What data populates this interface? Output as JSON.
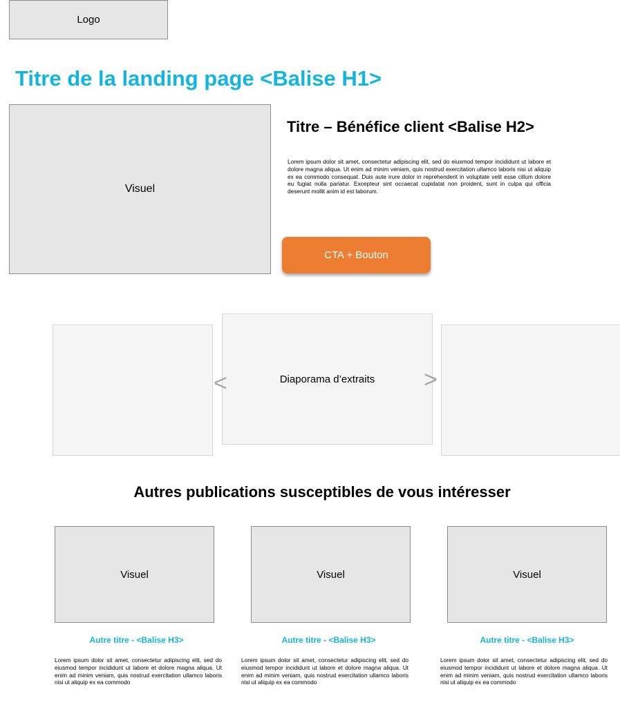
{
  "header": {
    "logo_label": "Logo"
  },
  "page_title": "Titre de la landing page <Balise H1>",
  "hero": {
    "visual_label": "Visuel",
    "title": "Titre – Bénéfice client <Balise H2>",
    "body": "Lorem ipsum dolor sit amet, consectetur adipiscing elit, sed do eiusmod tempor incididunt ut labore et dolore magna aliqua. Ut enim ad minim veniam, quis nostrud exercitation ullamco laboris nisi ut aliquip ex ea commodo consequat. Duis aute irure dolor in reprehenderit in voluptate velit esse cillum dolore eu fugiat nulla pariatur. Excepteur sint occaecat cupidatat non proident, sunt in culpa qui officia deserunt mollit anim id est laborum.",
    "cta_label": "CTA + Bouton"
  },
  "carousel": {
    "center_label": "Diaporama d’extraits",
    "prev_glyph": "<",
    "next_glyph": ">"
  },
  "related": {
    "heading": "Autres publications susceptibles de vous intéresser",
    "items": [
      {
        "visual_label": "Visuel",
        "title": "Autre titre - <Balise H3>",
        "body": "Lorem ipsum dolor sit amet, consectetur adipiscing elit, sed do eiusmod tempor incididunt ut labore et dolore magna aliqua. Ut enim ad minim veniam, quis nostrud exercitation ullamco laboris nisi ut aliquip ex ea commodo"
      },
      {
        "visual_label": "Visuel",
        "title": "Autre titre - <Balise H3>",
        "body": "Lorem ipsum dolor sit amet, consectetur adipiscing elit, sed do eiusmod tempor incididunt ut labore et dolore magna aliqua. Ut enim ad minim veniam, quis nostrud exercitation ullamco laboris nisi ut aliquip ex ea commodo"
      },
      {
        "visual_label": "Visuel",
        "title": "Autre titre - <Balise H3>",
        "body": "Lorem ipsum dolor sit amet, consectetur adipiscing elit, sed do eiusmod tempor incididunt ut labore et dolore magna aliqua. Ut enim ad minim veniam, quis nostrud exercitation ullamco laboris nisi ut aliquip ex ea commodo"
      }
    ]
  },
  "colors": {
    "heading_accent": "#12b5e1",
    "cta_background": "#ed7d31",
    "placeholder_fill": "#e7e6e6"
  }
}
